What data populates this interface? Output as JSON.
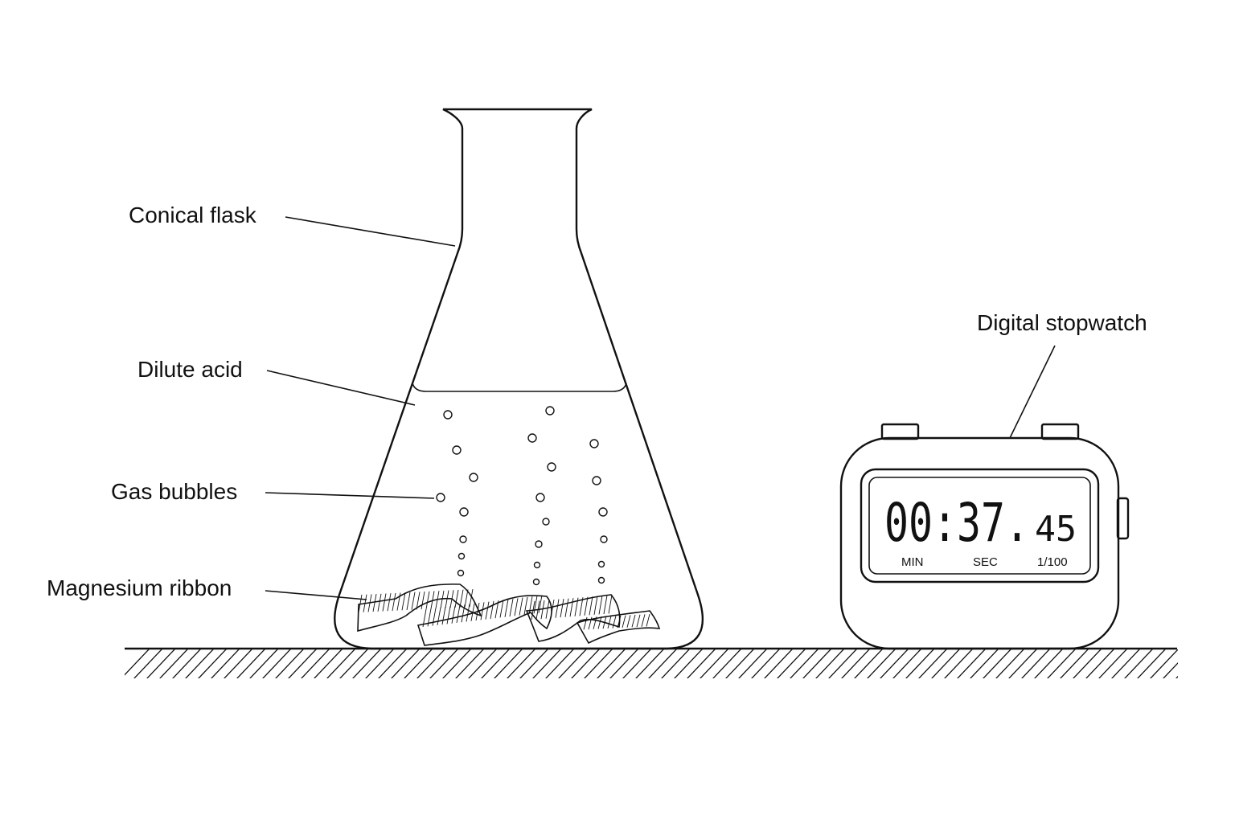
{
  "labels": {
    "flask": "Conical flask",
    "acid": "Dilute acid",
    "bubbles": "Gas bubbles",
    "ribbon": "Magnesium ribbon",
    "stopwatch": "Digital stopwatch"
  },
  "stopwatch": {
    "main_reading": "00:37.",
    "hundredths": "45",
    "units": {
      "min": "MIN",
      "sec": "SEC",
      "hundredth": "1/100"
    }
  }
}
